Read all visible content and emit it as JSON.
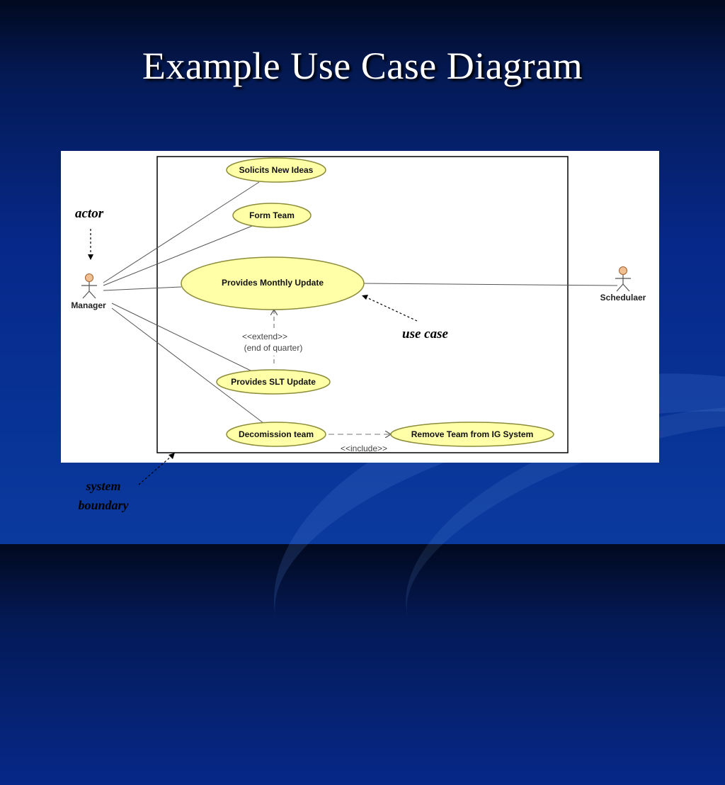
{
  "slide": {
    "title": "Example Use Case Diagram"
  },
  "actors": {
    "manager": "Manager",
    "scheduler": "Schedulaer"
  },
  "use_cases": {
    "solicits": "Solicits New Ideas",
    "form_team": "Form Team",
    "monthly": "Provides Monthly Update",
    "slt": "Provides SLT Update",
    "decommission": "Decomission team",
    "remove": "Remove Team from IG System"
  },
  "relations": {
    "extend_stereotype": "<<extend>>",
    "extend_condition": "(end of quarter)",
    "include_stereotype": "<<include>>"
  },
  "annotations": {
    "actor": "actor",
    "use_case": "use case",
    "system_line1": "system",
    "system_line2": "boundary"
  },
  "colors": {
    "use_case_fill": "#ffffa8",
    "use_case_stroke": "#8c8c3a",
    "actor_head": "#f0c090",
    "background": "#06288a"
  }
}
